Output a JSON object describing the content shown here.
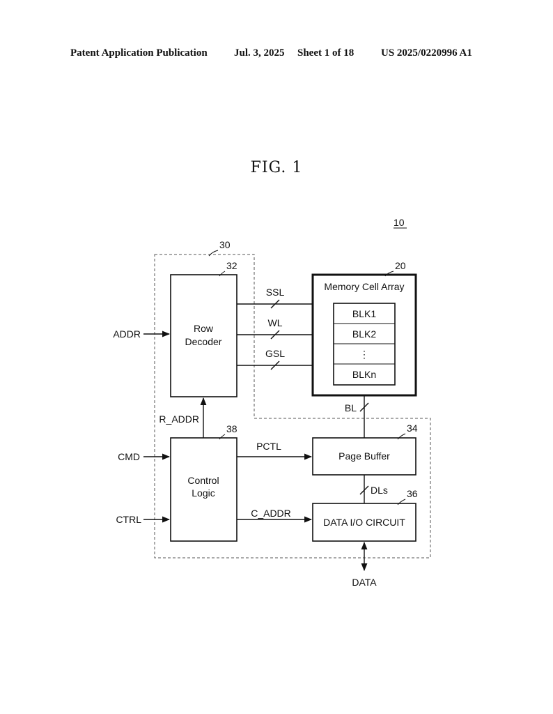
{
  "header": {
    "publication": "Patent Application Publication",
    "date": "Jul. 3, 2025",
    "sheet": "Sheet 1 of 18",
    "number": "US 2025/0220996 A1"
  },
  "figure": {
    "title": "FIG.  1",
    "ref_device": "10",
    "ref_peripheral": "30",
    "ref_row_decoder": "32",
    "ref_memory_array": "20",
    "ref_control_logic": "38",
    "ref_page_buffer": "34",
    "ref_io_circuit": "36",
    "row_decoder_line1": "Row",
    "row_decoder_line2": "Decoder",
    "memory_cell_array": "Memory Cell Array",
    "blocks": [
      "BLK1",
      "BLK2",
      "⋮",
      "BLKn"
    ],
    "control_logic_line1": "Control",
    "control_logic_line2": "Logic",
    "page_buffer": "Page Buffer",
    "io_circuit": "DATA I/O CIRCUIT",
    "signals": {
      "ssl": "SSL",
      "wl": "WL",
      "gsl": "GSL",
      "addr": "ADDR",
      "r_addr": "R_ADDR",
      "cmd": "CMD",
      "ctrl": "CTRL",
      "pctl": "PCTL",
      "c_addr": "C_ADDR",
      "bl": "BL",
      "dls": "DLs",
      "data": "DATA"
    }
  }
}
